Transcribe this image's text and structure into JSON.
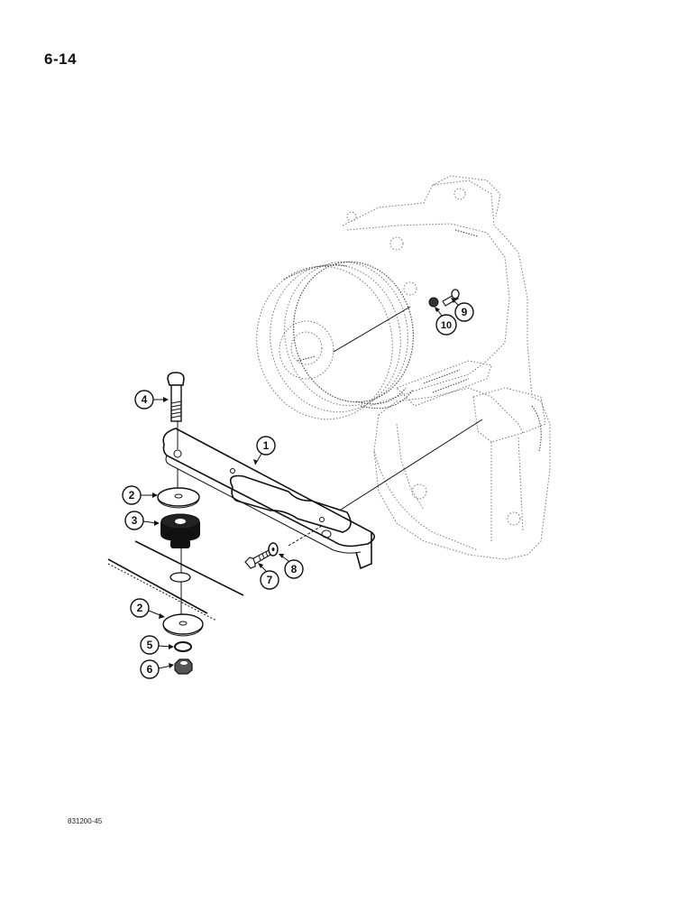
{
  "page": {
    "page_number": "6-14",
    "figure_id": "831200-45"
  },
  "diagram": {
    "title": "Transmission mount exploded view",
    "callouts": [
      {
        "id": "1",
        "label": "1",
        "part": "mounting bracket"
      },
      {
        "id": "2a",
        "label": "2",
        "part": "washer (upper)"
      },
      {
        "id": "2b",
        "label": "2",
        "part": "washer (lower)"
      },
      {
        "id": "3",
        "label": "3",
        "part": "rubber isolator"
      },
      {
        "id": "4",
        "label": "4",
        "part": "cap screw"
      },
      {
        "id": "5",
        "label": "5",
        "part": "lock washer"
      },
      {
        "id": "6",
        "label": "6",
        "part": "hex nut"
      },
      {
        "id": "7",
        "label": "7",
        "part": "cap screw"
      },
      {
        "id": "8",
        "label": "8",
        "part": "washer"
      },
      {
        "id": "9",
        "label": "9",
        "part": "cap screw"
      },
      {
        "id": "10",
        "label": "10",
        "part": "lock washer"
      }
    ]
  }
}
